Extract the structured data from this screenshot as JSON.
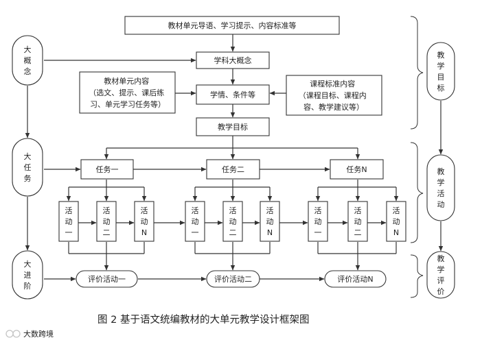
{
  "top_header": "教材单元导语、学习提示、内容标准等",
  "subject_concept": "学科大概念",
  "analysis": "学情、条件等",
  "teaching_goal": "教学目标",
  "textbook_content": [
    "教材单元内容",
    "（选文、提示、课后练",
    "习、单元学习任务等）"
  ],
  "curriculum_content": [
    "课程标准内容",
    "（课程目标、课程内",
    "容、教学建议等）"
  ],
  "left_nodes": [
    [
      "大",
      "概",
      "念"
    ],
    [
      "大",
      "任",
      "务"
    ],
    [
      "大",
      "进",
      "阶"
    ]
  ],
  "right_nodes": [
    [
      "教",
      "学",
      "目",
      "标"
    ],
    [
      "教",
      "学",
      "活",
      "动"
    ],
    [
      "教",
      "学",
      "评",
      "价"
    ]
  ],
  "tasks": [
    "任务一",
    "任务二",
    "任务N"
  ],
  "activities": [
    [
      "活",
      "动",
      "一"
    ],
    [
      "活",
      "动",
      "二"
    ],
    [
      "活",
      "动",
      "N"
    ]
  ],
  "evaluations": [
    "评价活动一",
    "评价活动二",
    "评价活动N"
  ],
  "caption": "图 2  基于语文统编教材的大单元教学设计框架图",
  "watermark": "大数跨境",
  "colors": {
    "stroke": "#333333",
    "text": "#222222",
    "background": "#ffffff"
  }
}
